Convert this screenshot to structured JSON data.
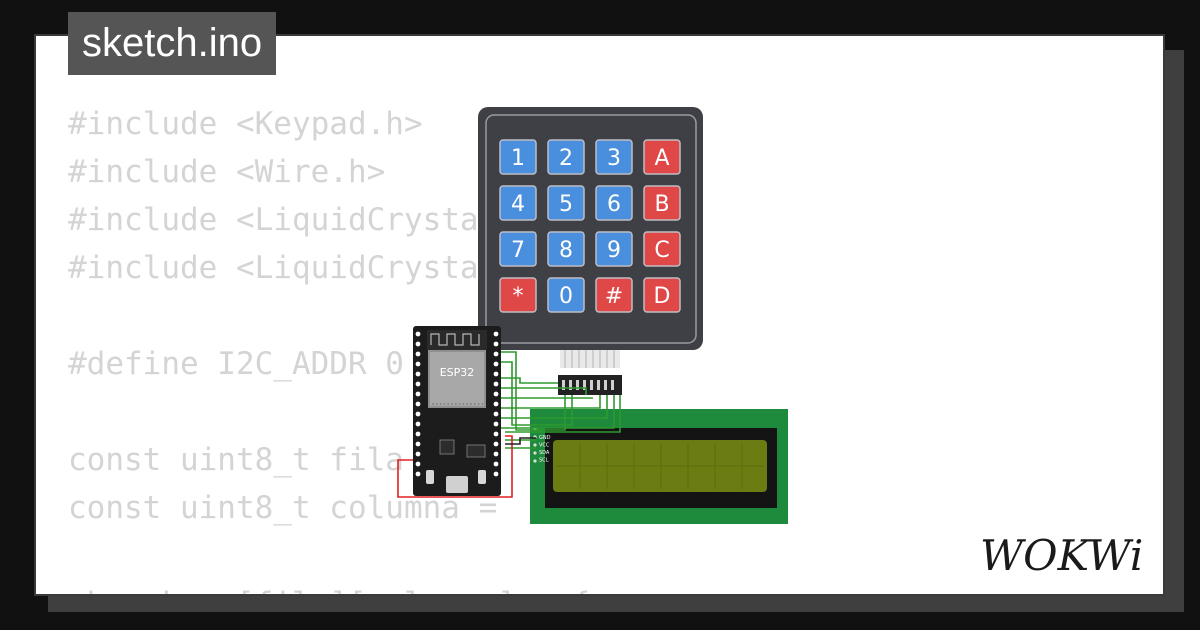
{
  "tab": {
    "filename": "sketch.ino"
  },
  "code_lines": [
    "#include <Keypad.h>",
    "#include <Wire.h>",
    "#include <LiquidCrysta",
    "#include <LiquidCrysta",
    "",
    "#define I2C_ADDR 0",
    "",
    "const uint8_t fila",
    "const uint8_t columna = ",
    "",
    "char keys[fila][columna] = {"
  ],
  "keypad": {
    "keys": [
      [
        "1",
        "2",
        "3",
        "A"
      ],
      [
        "4",
        "5",
        "6",
        "B"
      ],
      [
        "7",
        "8",
        "9",
        "C"
      ],
      [
        "*",
        "0",
        "#",
        "D"
      ]
    ],
    "colors": {
      "body": "#3f3f46",
      "digit": "#4a8fde",
      "letter": "#e04848"
    }
  },
  "esp32": {
    "chip_label": "ESP32"
  },
  "lcd": {
    "pins": [
      "GND",
      "VCC",
      "SDA",
      "SCL"
    ],
    "colors": {
      "pcb": "#1e8a3c",
      "screen": "#6b7d12"
    }
  },
  "brand": {
    "logo_text": "WOKWi",
    "logo_icon": "wokwi-logo"
  }
}
